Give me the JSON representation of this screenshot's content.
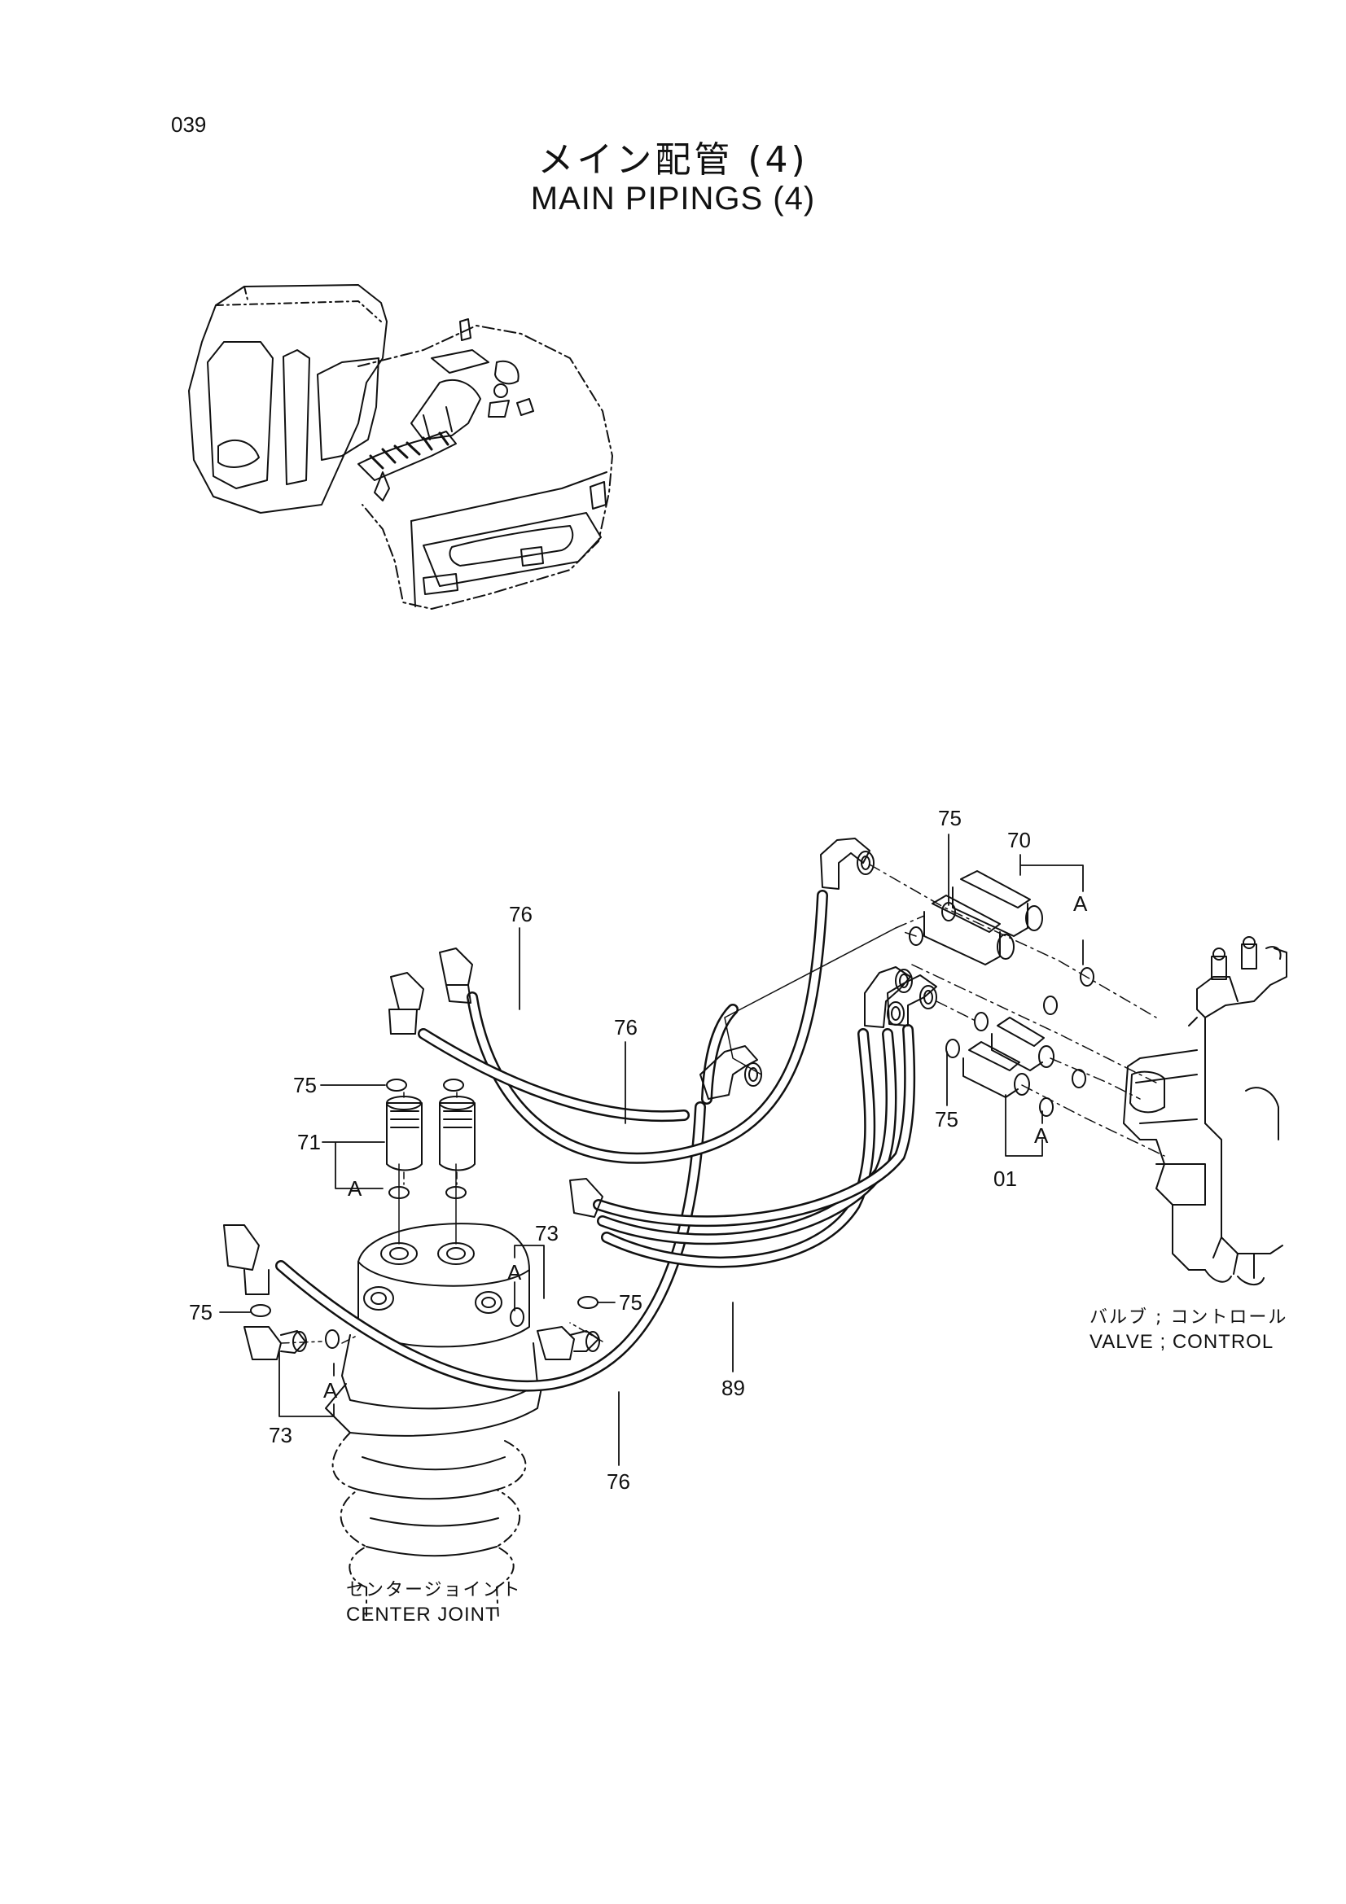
{
  "page_number": "039",
  "title_jp": "メイン配管 (4)",
  "title_en": "MAIN PIPINGS (4)",
  "callouts": {
    "c75_top": "75",
    "c70": "70",
    "cA_upper_right": "A",
    "c76_upper": "76",
    "c76_mid": "76",
    "c75_left_upper": "75",
    "c71": "71",
    "cA_left": "A",
    "c75_right_mid": "75",
    "cA_right_lower": "A",
    "c01": "01",
    "c73_center": "73",
    "cA_center": "A",
    "c75_center": "75",
    "c75_left_lower": "75",
    "c89": "89",
    "c73_left": "73",
    "cA_bottom_left": "A",
    "c76_bottom": "76"
  },
  "labels": {
    "valve_jp": "バルブ ; コントロール",
    "valve_en": "VALVE ; CONTROL",
    "joint_jp": "センタージョイント",
    "joint_en": "CENTER JOINT"
  }
}
